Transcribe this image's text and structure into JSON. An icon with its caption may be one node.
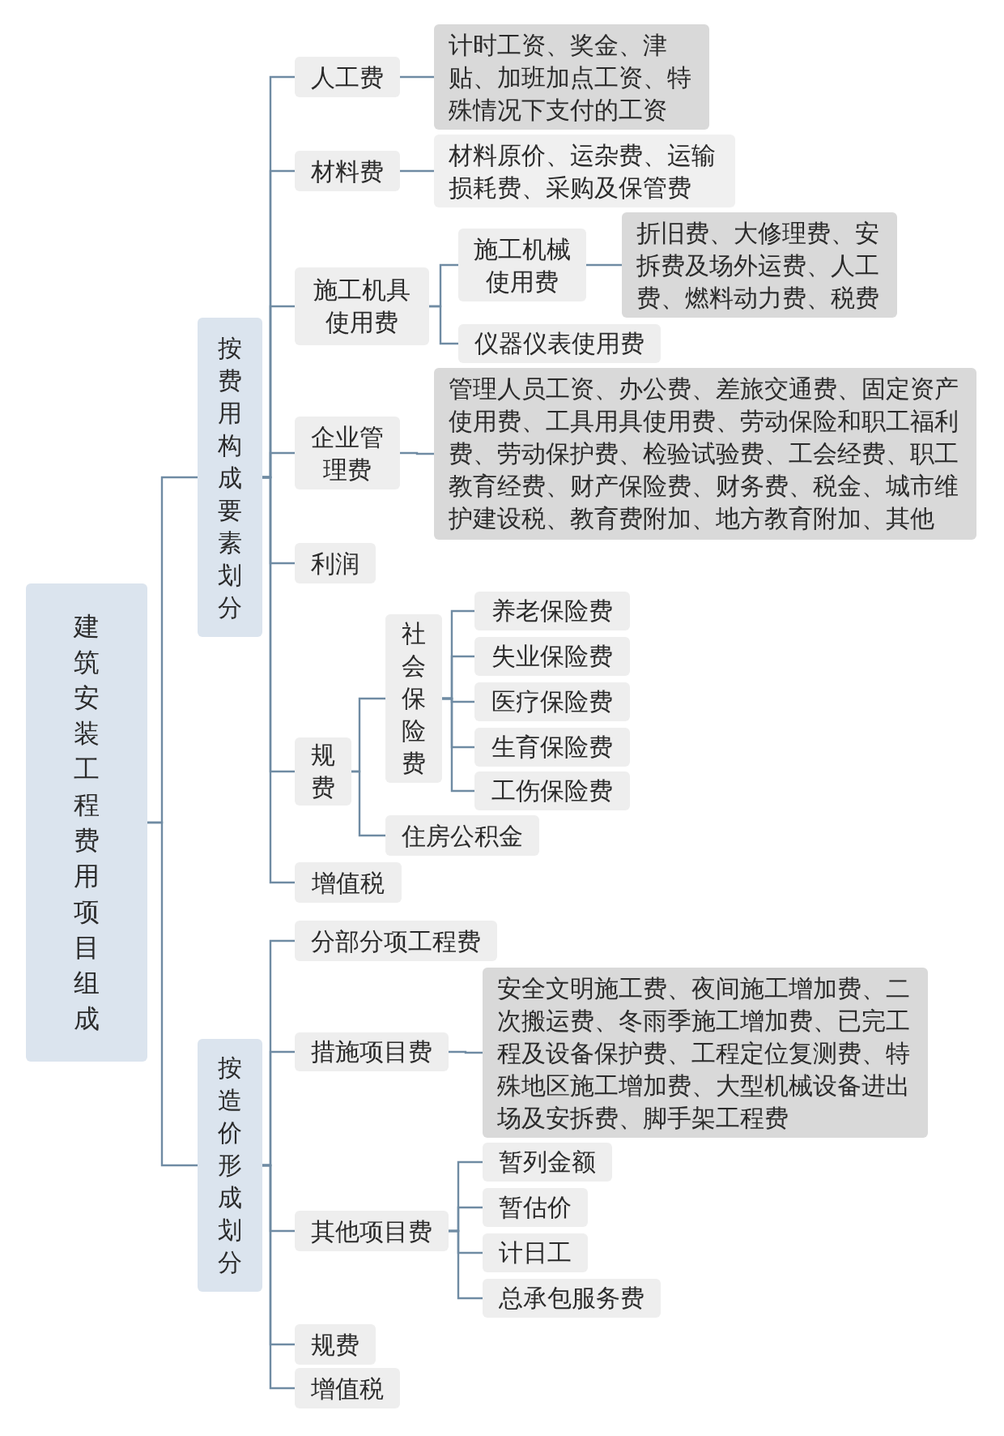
{
  "diagram": {
    "nodes": [
      {
        "text": [
          "建筑安装工程费用项目组成"
        ]
      },
      {
        "text": [
          "按费用构成要素划分"
        ]
      },
      {
        "text": [
          "人工费"
        ]
      },
      {
        "text": [
          "计时工资、奖金、津贴、加班加点工资、特殊情况下支付的工资"
        ]
      },
      {
        "text": [
          "材料费"
        ]
      },
      {
        "text": [
          "材料原价、运杂费、运输损耗费、采购及保管费"
        ]
      },
      {
        "text": [
          "施工机具使用费"
        ]
      },
      {
        "text": [
          "施工机械使用费"
        ]
      },
      {
        "text": [
          "折旧费、大修理费、安拆费及场外运费、人工费、燃料动力费、税费"
        ]
      },
      {
        "text": [
          "仪器仪表使用费"
        ]
      },
      {
        "text": [
          "企业管理费"
        ]
      },
      {
        "text": [
          "管理人员工资、办公费、差旅交通费、固定资产使用费、工具用具使用费、劳动保险和职工福利费、劳动保护费、检验试验费、工会经费、职工教育经费、财产保险费、财务费、税金、城市维护建设税、教育费附加、地方教育附加、其他"
        ]
      },
      {
        "text": [
          "利润"
        ]
      },
      {
        "text": [
          "规费"
        ]
      },
      {
        "text": [
          "社会保险费"
        ]
      },
      {
        "text": [
          "养老保险费"
        ]
      },
      {
        "text": [
          "失业保险费"
        ]
      },
      {
        "text": [
          "医疗保险费"
        ]
      },
      {
        "text": [
          "生育保险费"
        ]
      },
      {
        "text": [
          "工伤保险费"
        ]
      },
      {
        "text": [
          "住房公积金"
        ]
      },
      {
        "text": [
          "增值税"
        ]
      },
      {
        "text": [
          "按造价形成划分"
        ]
      },
      {
        "text": [
          "分部分项工程费"
        ]
      },
      {
        "text": [
          "措施项目费"
        ]
      },
      {
        "text": [
          "安全文明施工费、夜间施工增加费、二次搬运费、冬雨季施工增加费、已完工程及设备保护费、工程定位复测费、特殊地区施工增加费、大型机械设备进出场及安拆费、脚手架工程费"
        ]
      },
      {
        "text": [
          "其他项目费"
        ]
      },
      {
        "text": [
          "暂列金额"
        ]
      },
      {
        "text": [
          "暂估价"
        ]
      },
      {
        "text": [
          "计日工"
        ]
      },
      {
        "text": [
          "总承包服务费"
        ]
      },
      {
        "text": [
          "规费"
        ]
      },
      {
        "text": [
          "增值税"
        ]
      }
    ],
    "edges": [
      {
        "from": 0,
        "to": 1,
        "arrow": "none"
      },
      {
        "from": 0,
        "to": 22,
        "arrow": "none"
      },
      {
        "from": 1,
        "to": 2,
        "arrow": "none"
      },
      {
        "from": 1,
        "to": 4,
        "arrow": "none"
      },
      {
        "from": 1,
        "to": 6,
        "arrow": "none"
      },
      {
        "from": 1,
        "to": 10,
        "arrow": "none"
      },
      {
        "from": 1,
        "to": 12,
        "arrow": "none"
      },
      {
        "from": 1,
        "to": 13,
        "arrow": "none"
      },
      {
        "from": 1,
        "to": 21,
        "arrow": "none"
      },
      {
        "from": 2,
        "to": 3,
        "arrow": "none"
      },
      {
        "from": 4,
        "to": 5,
        "arrow": "none"
      },
      {
        "from": 6,
        "to": 7,
        "arrow": "none"
      },
      {
        "from": 6,
        "to": 9,
        "arrow": "none"
      },
      {
        "from": 7,
        "to": 8,
        "arrow": "none"
      },
      {
        "from": 10,
        "to": 11,
        "arrow": "none"
      },
      {
        "from": 13,
        "to": 14,
        "arrow": "none"
      },
      {
        "from": 13,
        "to": 20,
        "arrow": "none"
      },
      {
        "from": 14,
        "to": 15,
        "arrow": "none"
      },
      {
        "from": 14,
        "to": 16,
        "arrow": "none"
      },
      {
        "from": 14,
        "to": 17,
        "arrow": "none"
      },
      {
        "from": 14,
        "to": 18,
        "arrow": "none"
      },
      {
        "from": 14,
        "to": 19,
        "arrow": "none"
      },
      {
        "from": 22,
        "to": 23,
        "arrow": "none"
      },
      {
        "from": 22,
        "to": 24,
        "arrow": "none"
      },
      {
        "from": 22,
        "to": 26,
        "arrow": "none"
      },
      {
        "from": 22,
        "to": 31,
        "arrow": "none"
      },
      {
        "from": 22,
        "to": 32,
        "arrow": "none"
      },
      {
        "from": 24,
        "to": 25,
        "arrow": "none"
      },
      {
        "from": 26,
        "to": 27,
        "arrow": "none"
      },
      {
        "from": 26,
        "to": 28,
        "arrow": "none"
      },
      {
        "from": 26,
        "to": 29,
        "arrow": "none"
      },
      {
        "from": 26,
        "to": 30,
        "arrow": "none"
      }
    ]
  }
}
